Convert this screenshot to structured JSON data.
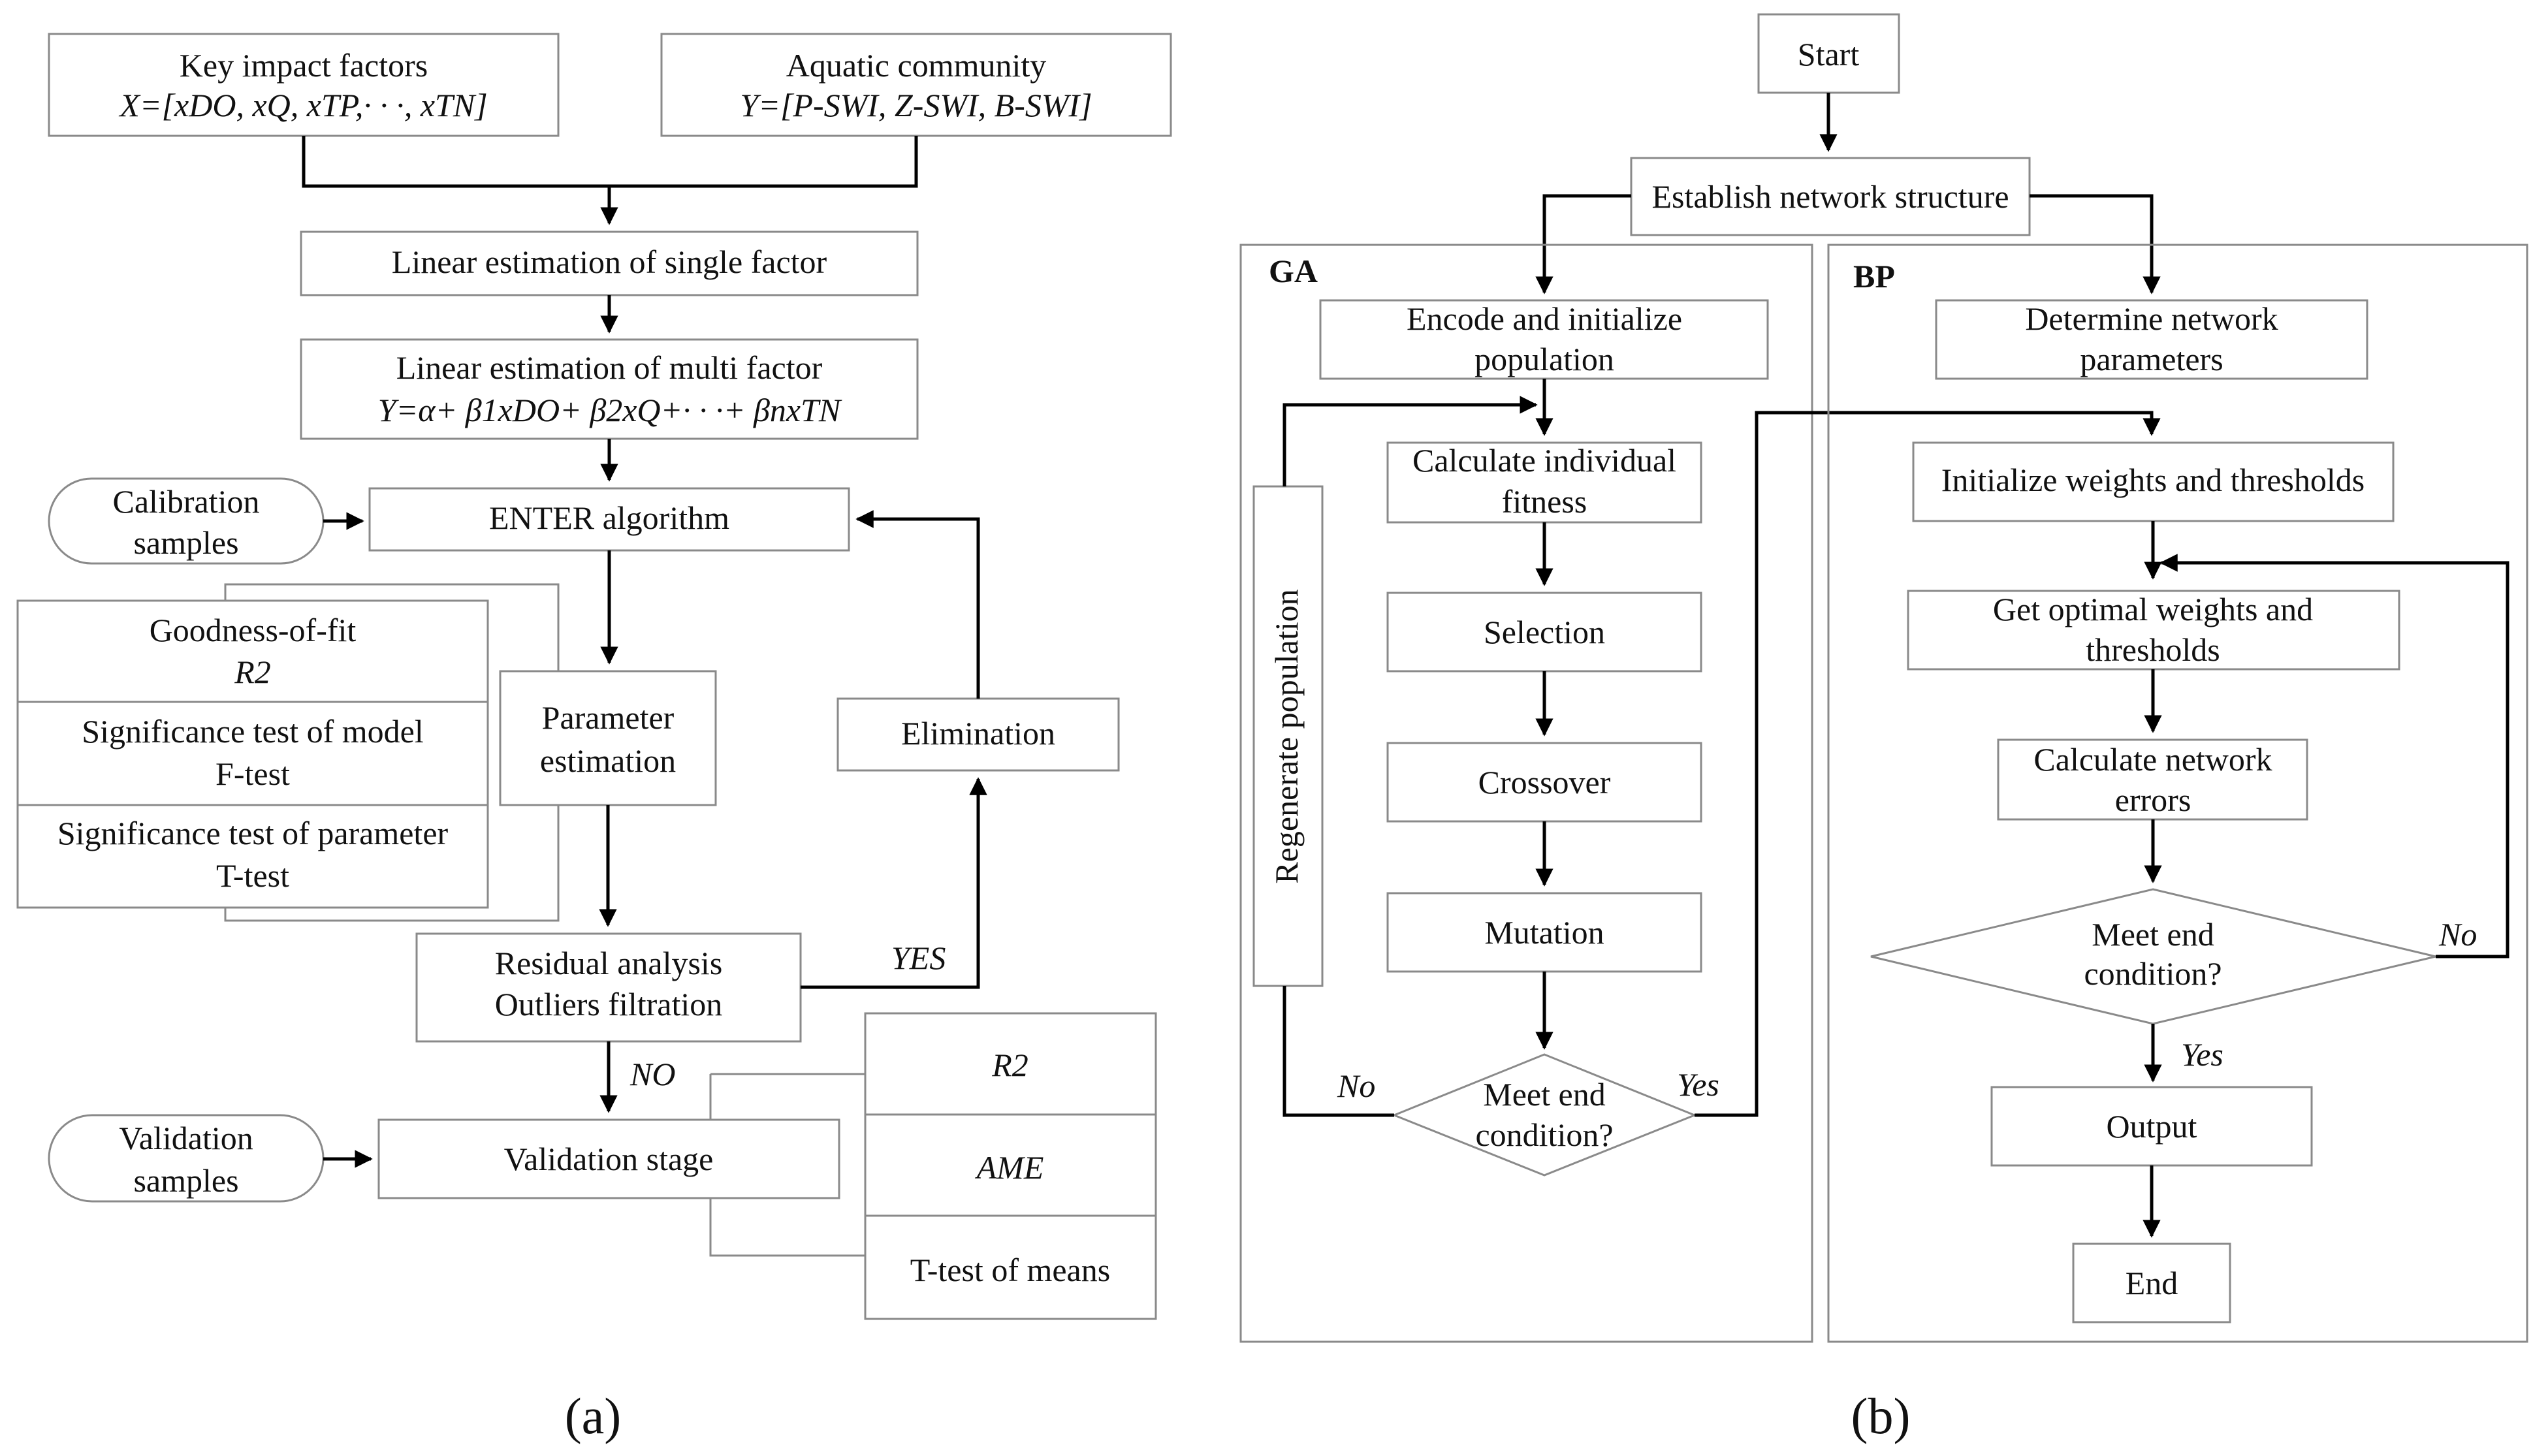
{
  "panel_a": {
    "caption": "(a)",
    "key_factors": {
      "line1": "Key impact factors",
      "line2": "X=[xDO, xQ, xTP,· · ·, xTN]"
    },
    "aquatic": {
      "line1": "Aquatic community",
      "line2": "Y=[P-SWI, Z-SWI, B-SWI]"
    },
    "single": "Linear estimation of single factor",
    "multi": {
      "line1": "Linear estimation of multi factor",
      "line2": "Y=α+ β1xDO+ β2xQ+· · ·+ βnxTN"
    },
    "calibration": {
      "line1": "Calibration",
      "line2": "samples"
    },
    "enter": "ENTER algorithm",
    "tests": {
      "goodness": "Goodness-of-fit",
      "r2": "R2",
      "sig_model": "Significance test of model",
      "ftest": "F-test",
      "sig_param": "Significance test of parameter",
      "ttest": "T-test"
    },
    "param_est": {
      "line1": "Parameter",
      "line2": "estimation"
    },
    "elimination": "Elimination",
    "residual": {
      "line1": "Residual analysis",
      "line2": "Outliers filtration"
    },
    "yes": "YES",
    "no": "NO",
    "validation_samples": {
      "line1": "Validation",
      "line2": "samples"
    },
    "validation_stage": "Validation stage",
    "metrics": {
      "r2": "R2",
      "ame": "AME",
      "ttest_means": "T-test of means"
    }
  },
  "panel_b": {
    "caption": "(b)",
    "start": "Start",
    "establish": "Establish network structure",
    "ga_label": "GA",
    "bp_label": "BP",
    "encode": {
      "line1": "Encode and initialize",
      "line2": "population"
    },
    "fitness": {
      "line1": "Calculate individual",
      "line2": "fitness"
    },
    "selection": "Selection",
    "crossover": "Crossover",
    "mutation": "Mutation",
    "regenerate": "Regenerate population",
    "meet_ga": {
      "line1": "Meet end",
      "line2": "condition?"
    },
    "no_ga": "No",
    "yes_ga": "Yes",
    "determine": {
      "line1": "Determine network",
      "line2": "parameters"
    },
    "init_weights": "Initialize weights and thresholds",
    "optimal": {
      "line1": "Get optimal weights and",
      "line2": "thresholds"
    },
    "net_errors": {
      "line1": "Calculate network",
      "line2": "errors"
    },
    "meet_bp": {
      "line1": "Meet end",
      "line2": "condition?"
    },
    "no_bp": "No",
    "yes_bp": "Yes",
    "output": "Output",
    "end": "End"
  }
}
